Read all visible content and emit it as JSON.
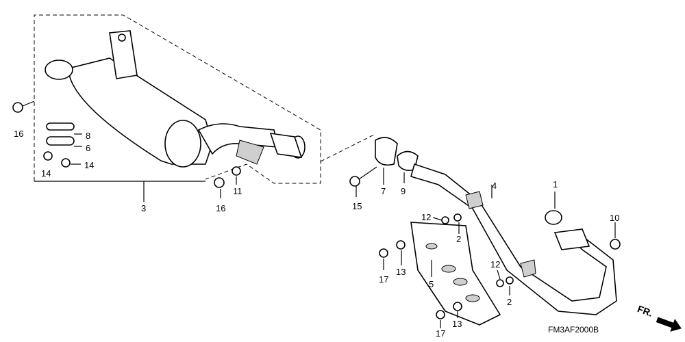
{
  "callouts": {
    "p1": "1",
    "p2a": "2",
    "p2b": "2",
    "p3": "3",
    "p4": "4",
    "p5": "5",
    "p6": "6",
    "p7": "7",
    "p8": "8",
    "p9": "9",
    "p10": "10",
    "p11": "11",
    "p12a": "12",
    "p12b": "12",
    "p13a": "13",
    "p13b": "13",
    "p14a": "14",
    "p14b": "14",
    "p15": "15",
    "p16a": "16",
    "p16b": "16",
    "p17a": "17",
    "p17b": "17"
  },
  "diagram_code": "FM3AF2000B",
  "direction_label": "FR."
}
